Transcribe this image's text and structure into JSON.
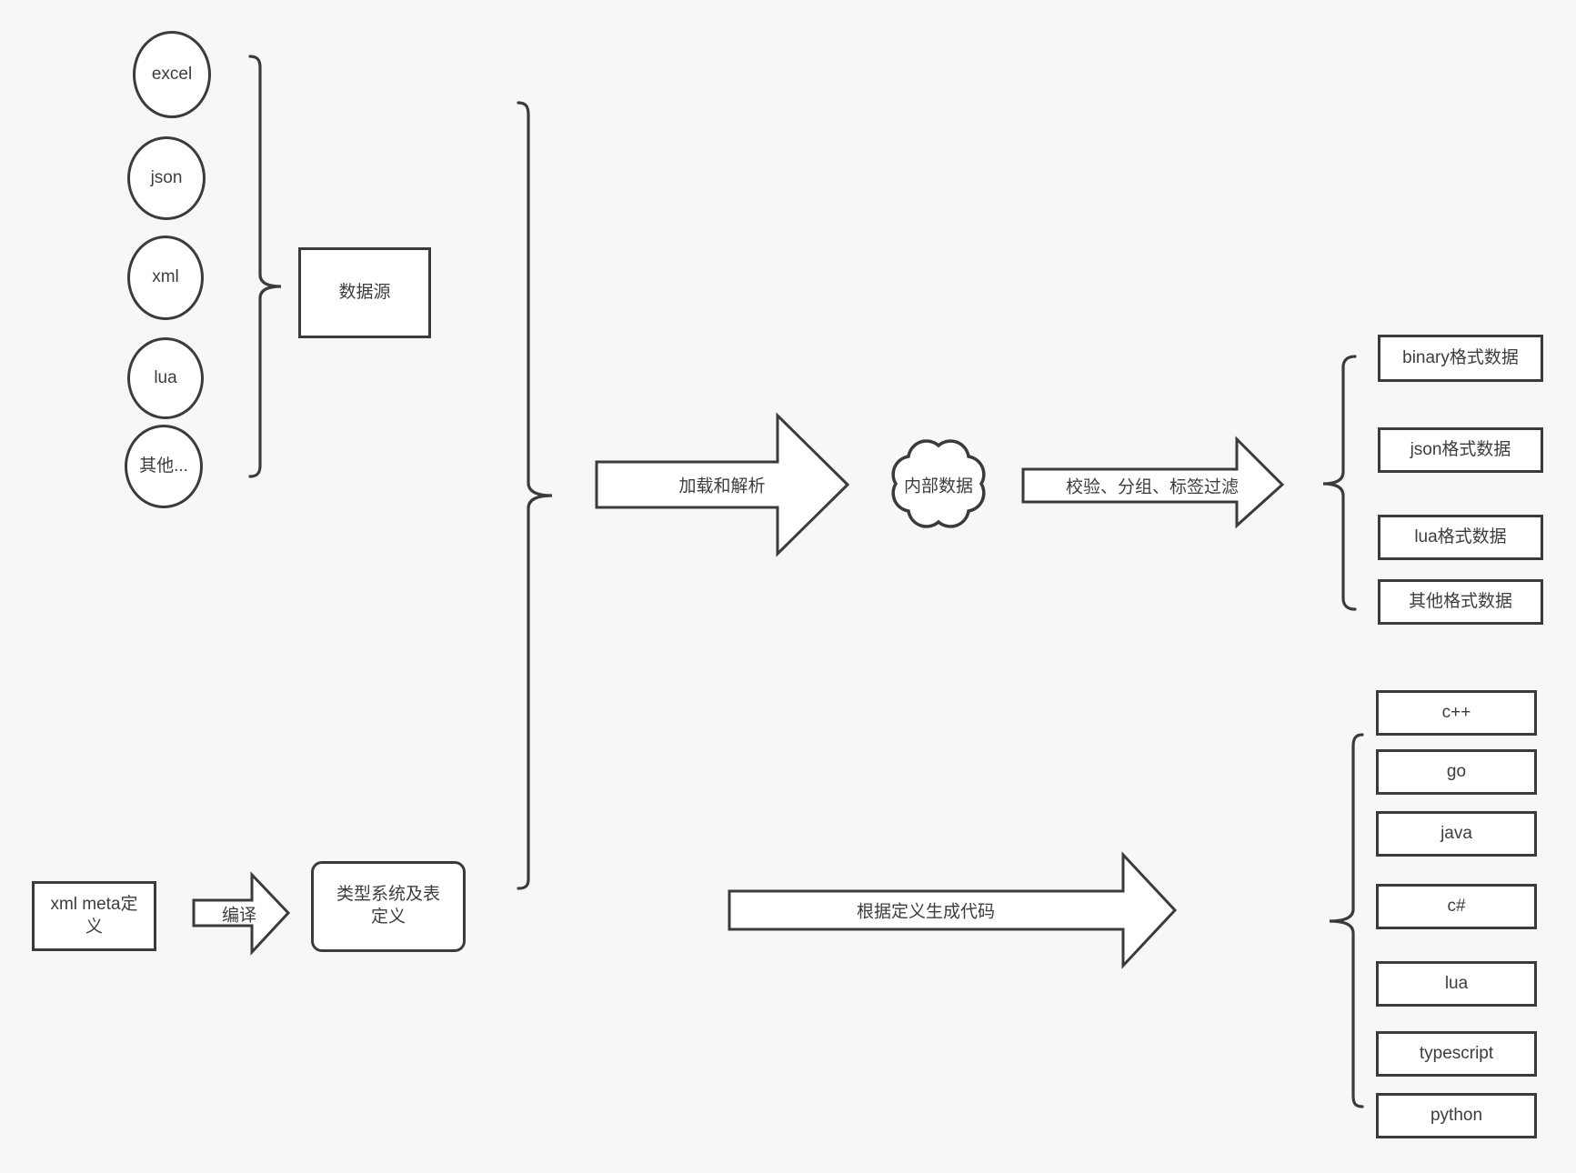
{
  "colors": {
    "background": "#f7f7f7",
    "stroke": "#3b3b3b",
    "shape_fill": "#ffffff",
    "text": "#3d3d3d"
  },
  "sources": {
    "items": [
      {
        "label": "excel"
      },
      {
        "label": "json"
      },
      {
        "label": "xml"
      },
      {
        "label": "lua"
      },
      {
        "label": "其他..."
      }
    ],
    "group_label": "数据源"
  },
  "pipeline": {
    "load_arrow_label": "加载和解析",
    "cloud_label": "内部数据",
    "filter_arrow_label": "校验、分组、标签过滤",
    "output_formats": [
      {
        "label": "binary格式数据"
      },
      {
        "label": "json格式数据"
      },
      {
        "label": "lua格式数据"
      },
      {
        "label": "其他格式数据"
      }
    ]
  },
  "codegen": {
    "xml_meta_label": "xml meta定义",
    "compile_arrow_label": "编译",
    "type_system_label": "类型系统及表定义",
    "generate_arrow_label": "根据定义生成代码",
    "languages": [
      {
        "label": "c++"
      },
      {
        "label": "go"
      },
      {
        "label": "java"
      },
      {
        "label": "c#"
      },
      {
        "label": "lua"
      },
      {
        "label": "typescript"
      },
      {
        "label": "python"
      }
    ]
  }
}
